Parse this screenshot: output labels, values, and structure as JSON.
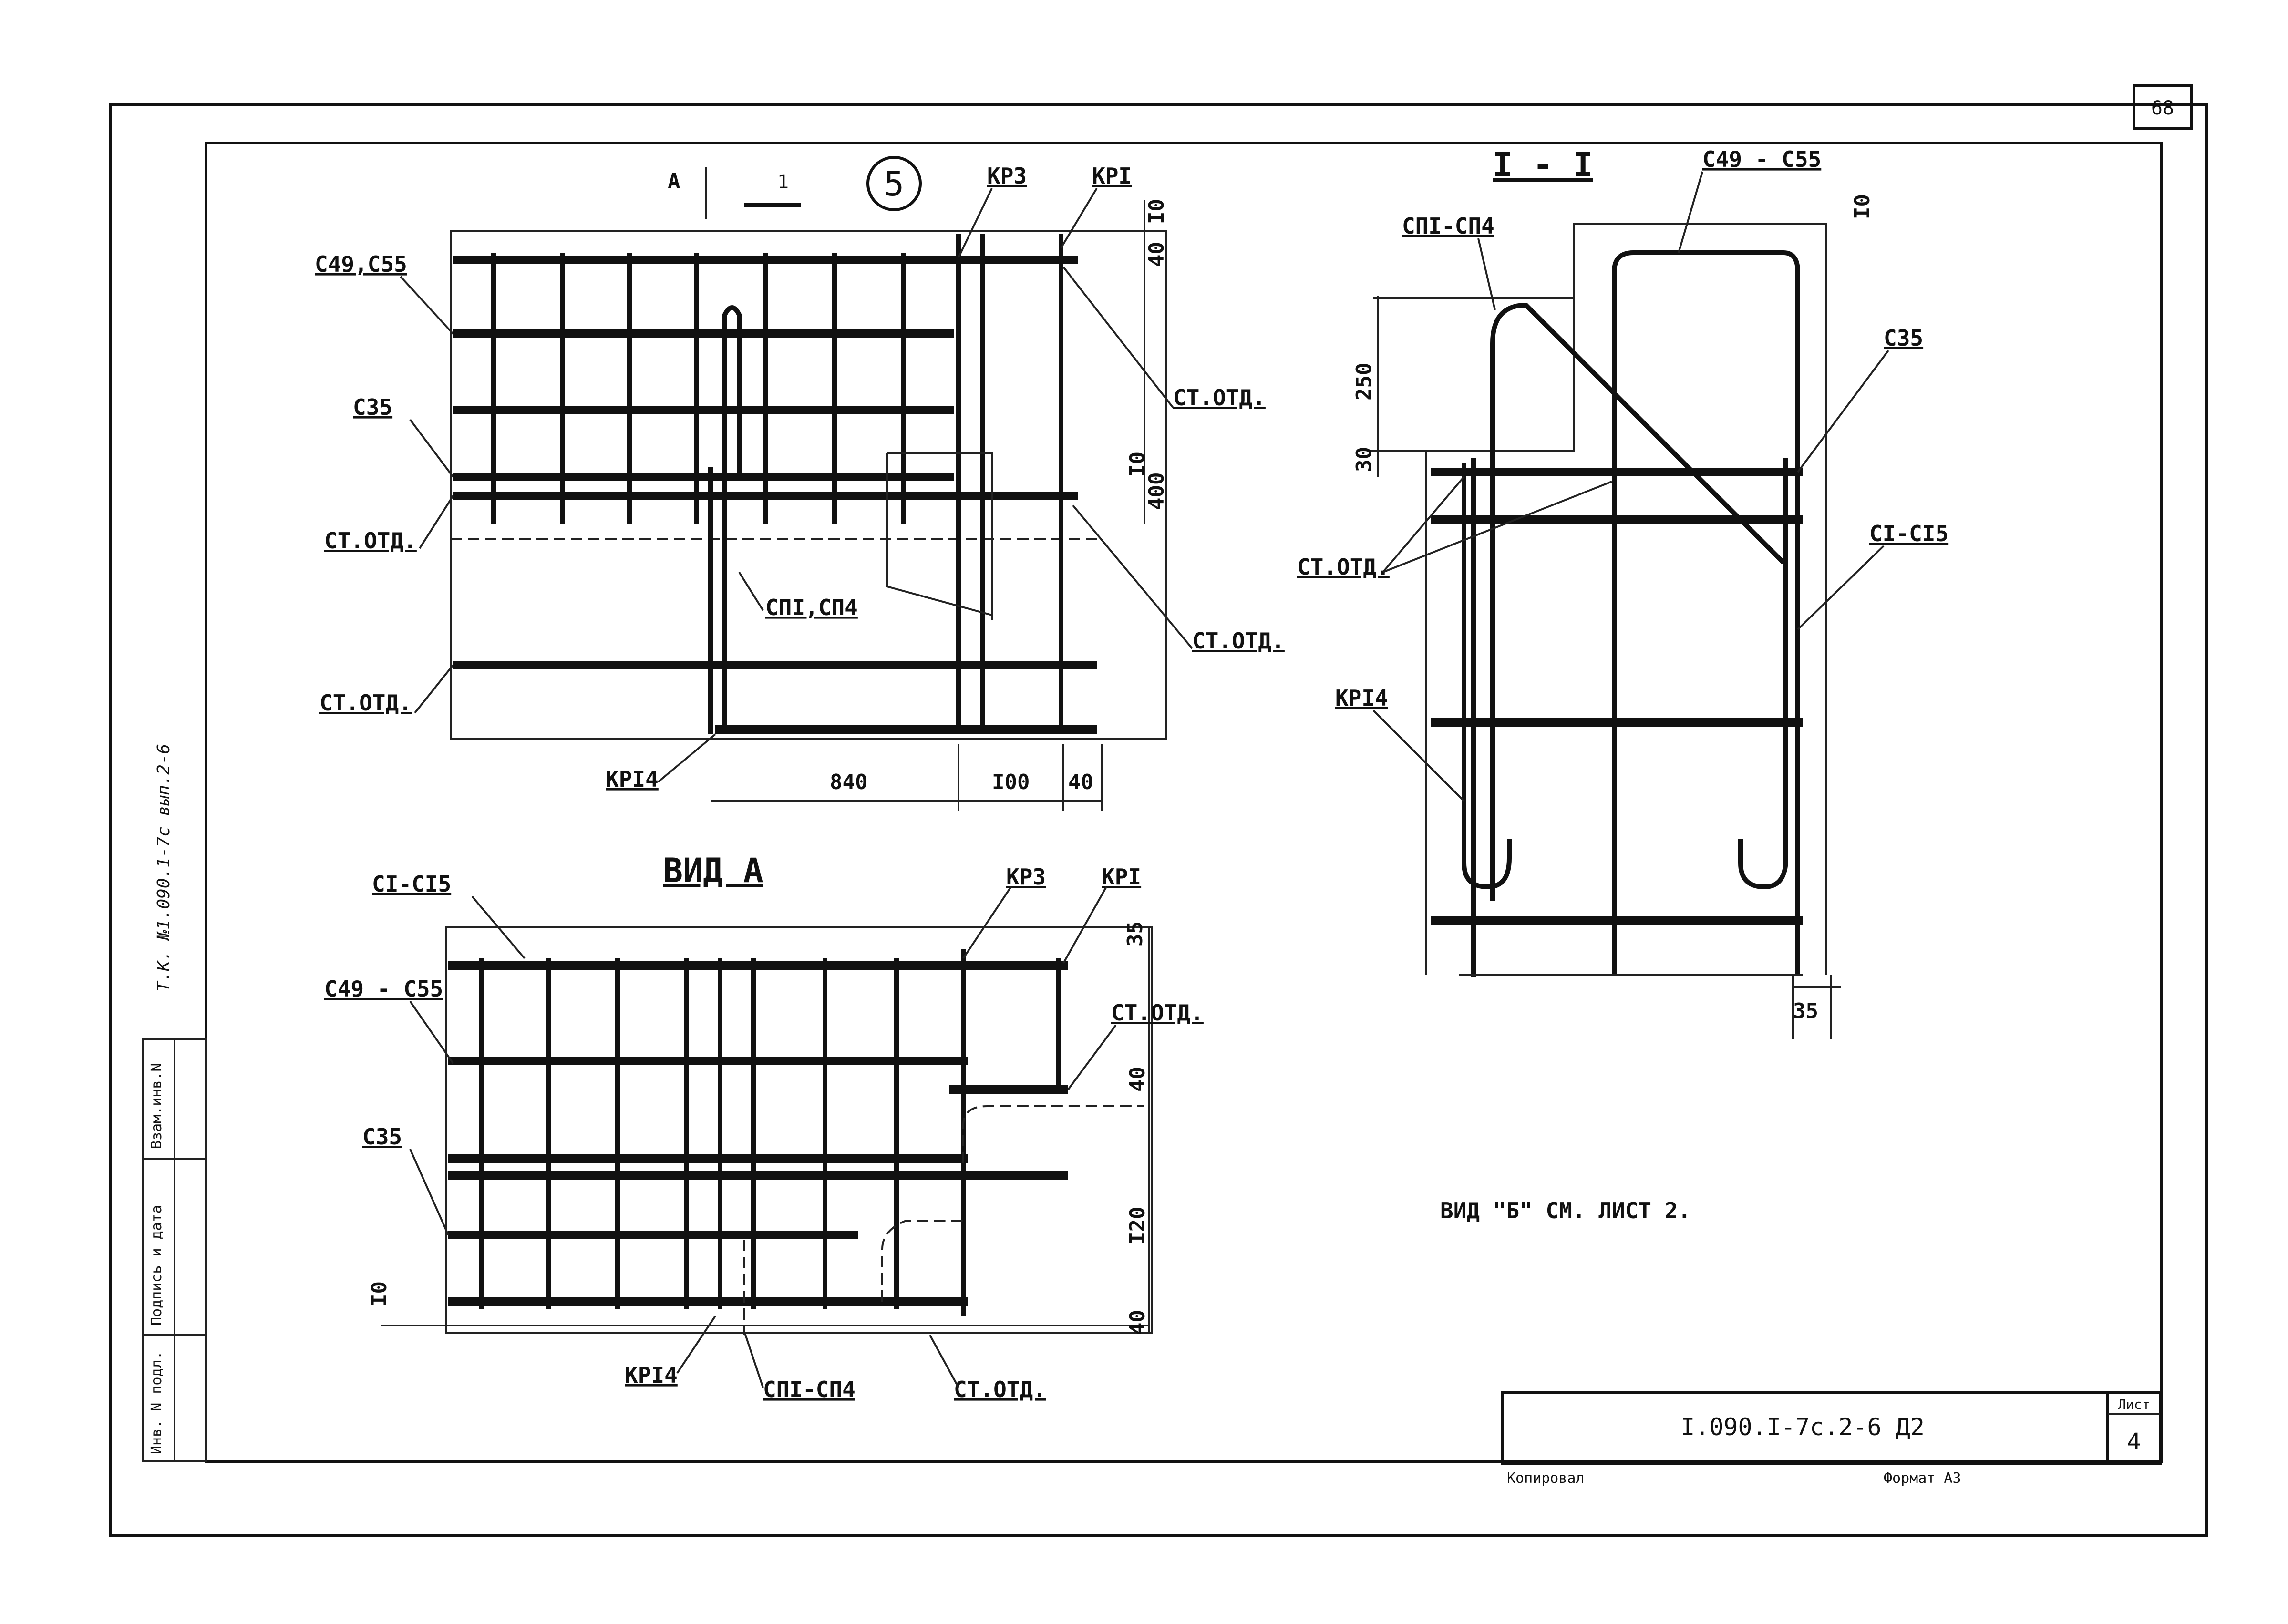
{
  "sheet_number_top": "68",
  "stamp": {
    "designation": "I.090.I-7c.2-6 Д2",
    "sheet_label": "Лист",
    "sheet_value": "4",
    "copied": "Копировал",
    "format": "Формат А3"
  },
  "side_text": "Т.К. №1.090.1-7с вып.2-6",
  "side_table": {
    "col1": "Инв. N подл.",
    "col2": "Подпись и дата",
    "col3": "Взам.инв.N"
  },
  "view_top_left": {
    "circle_num": "5",
    "section_mark": "А",
    "cut_mark": "1",
    "labels": {
      "kr3": "КР3",
      "kr1": "КРI",
      "c49c55": "С49,С55",
      "c35": "С35",
      "st_otd_1": "СТ.ОТД.",
      "st_otd_2": "СТ.ОТД.",
      "st_otd_3": "СТ.ОТД.",
      "st_otd_4": "СТ.ОТД.",
      "sp1": "СПI,СП4",
      "kr14": "КРI4"
    },
    "dims": {
      "d840": "840",
      "d100": "I00",
      "d40": "40",
      "d10": "I0",
      "d40v": "40",
      "d400": "400",
      "d10b": "I0"
    }
  },
  "view_a": {
    "title": "ВИД А",
    "labels": {
      "c1c15": "СI-СI5",
      "kr3": "КР3",
      "kr1": "КРI",
      "c49c55": "С49 - С55",
      "st_otd_1": "СТ.ОТД.",
      "c35": "С35",
      "kr14": "КРI4",
      "sp1sp4": "СПI-СП4",
      "st_otd_2": "СТ.ОТД."
    },
    "dims": {
      "d35": "35",
      "d40": "40",
      "d120": "I20",
      "d10": "I0",
      "d40b": "40"
    }
  },
  "section_1_1": {
    "title": "I - I",
    "labels": {
      "c49c55": "С49 - С55",
      "sp1sp4": "СПI-СП4",
      "c35": "С35",
      "st_otd": "СТ.ОТД.",
      "c1c15": "СI-СI5",
      "kr14": "КРI4"
    },
    "dims": {
      "d10": "I0",
      "d250": "250",
      "d30": "30",
      "d35": "35"
    }
  },
  "note": "ВИД \"Б\" СМ. ЛИСТ 2."
}
